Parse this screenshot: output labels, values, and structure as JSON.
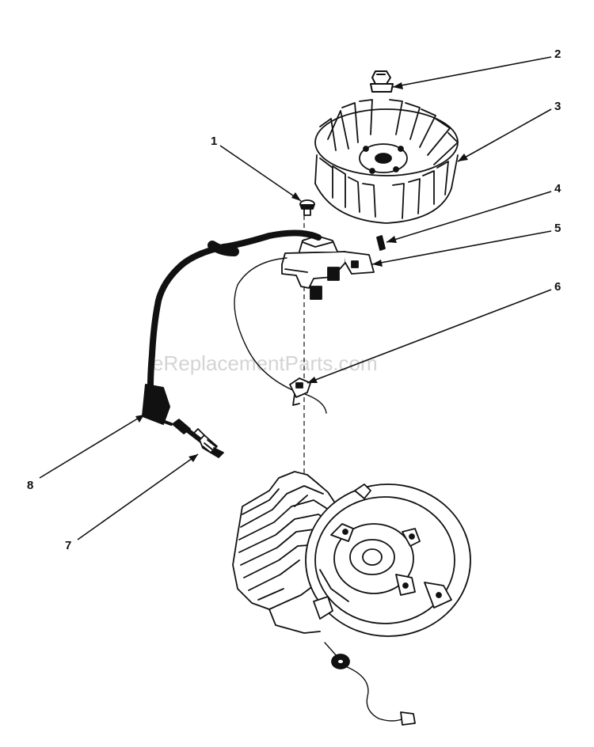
{
  "watermark": "eReplacementParts.com",
  "callouts": {
    "c1": "1",
    "c2": "2",
    "c3": "3",
    "c4": "4",
    "c5": "5",
    "c6": "6",
    "c7": "7",
    "c8": "8"
  },
  "colors": {
    "ink": "#111111",
    "background": "#ffffff",
    "watermark": "#d4d4d4"
  }
}
